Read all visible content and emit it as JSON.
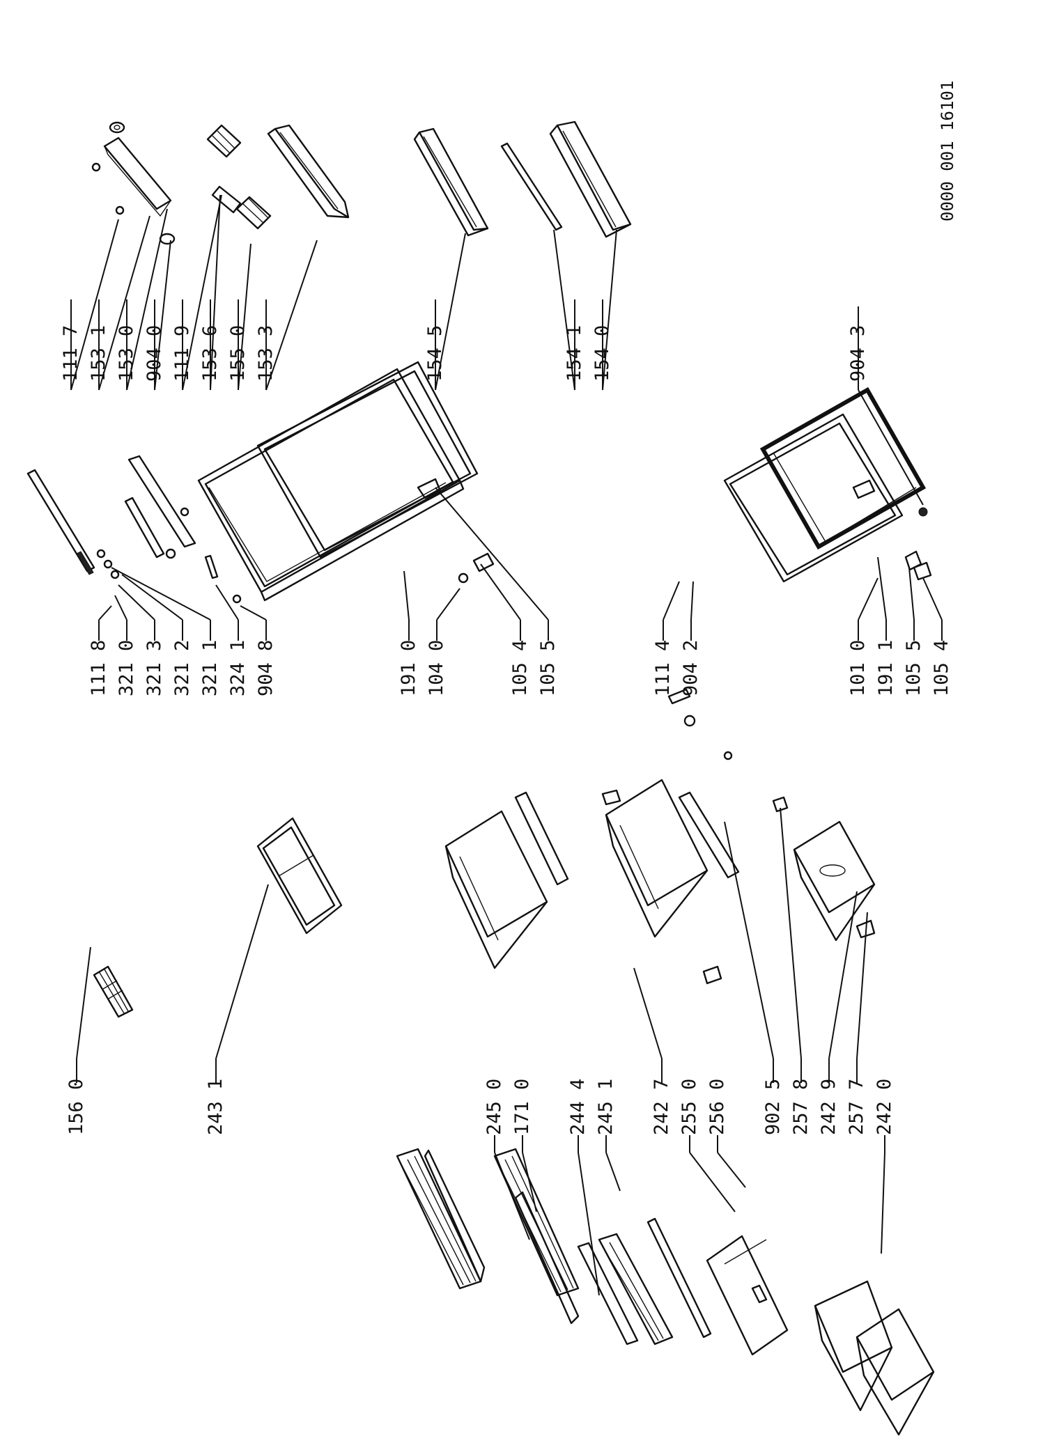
{
  "document_id": "0000 001  16101",
  "labels": {
    "p1117": "111 7",
    "p1531": "153 1",
    "p1530": "153 0",
    "p9040": "904 0",
    "p1119": "111 9",
    "p1536": "153 6",
    "p1550": "155 0",
    "p1533": "153 3",
    "p1545": "154 5",
    "p1541": "154 1",
    "p1540": "154 0",
    "p9043": "904 3",
    "p1118": "111 8",
    "p3210": "321 0",
    "p3213": "321 3",
    "p3212": "321 2",
    "p3211": "321 1",
    "p3241": "324 1",
    "p9048": "904 8",
    "p1910": "191 0",
    "p1040": "104 0",
    "p1054a": "105 4",
    "p1055a": "105 5",
    "p1114": "111 4",
    "p9042": "904 2",
    "p1010": "101 0",
    "p1911": "191 1",
    "p1055b": "105 5",
    "p1054b": "105 4",
    "p1560": "156 0",
    "p2431": "243 1",
    "p2450": "245 0",
    "p1710": "171 0",
    "p2444": "244 4",
    "p2451": "245 1",
    "p2427": "242 7",
    "p2550": "255 0",
    "p2560": "256 0",
    "p9025": "902 5",
    "p2578": "257 8",
    "p2429": "242 9",
    "p2577": "257 7",
    "p2420": "242 0"
  }
}
